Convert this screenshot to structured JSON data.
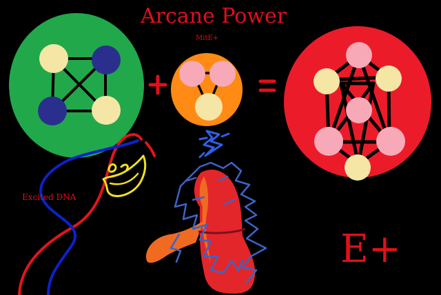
{
  "title": "Arcane Power",
  "subtitle": "MitE+",
  "dna_label": "Excited DNA",
  "result_label": "E+",
  "plus_symbol": "+",
  "equals_symbol": "=",
  "colors": {
    "background": "#000000",
    "text_red": "#e0101a",
    "green_circle": "#21a84a",
    "orange_circle": "#ff8a14",
    "red_circle": "#ec1b2a",
    "cream_node": "#f5e6a6",
    "navy_node": "#2a2f8e",
    "pink_node": "#f7a9b8",
    "bond_line": "#000000",
    "lightning": "#2e60e8",
    "dna_red": "#e3141c",
    "dna_blue": "#0d22c8",
    "smile_yellow": "#f2e31a",
    "robe_red": "#e3262a",
    "robe_orange": "#f06a22",
    "robe_blue": "#3c64c8"
  }
}
